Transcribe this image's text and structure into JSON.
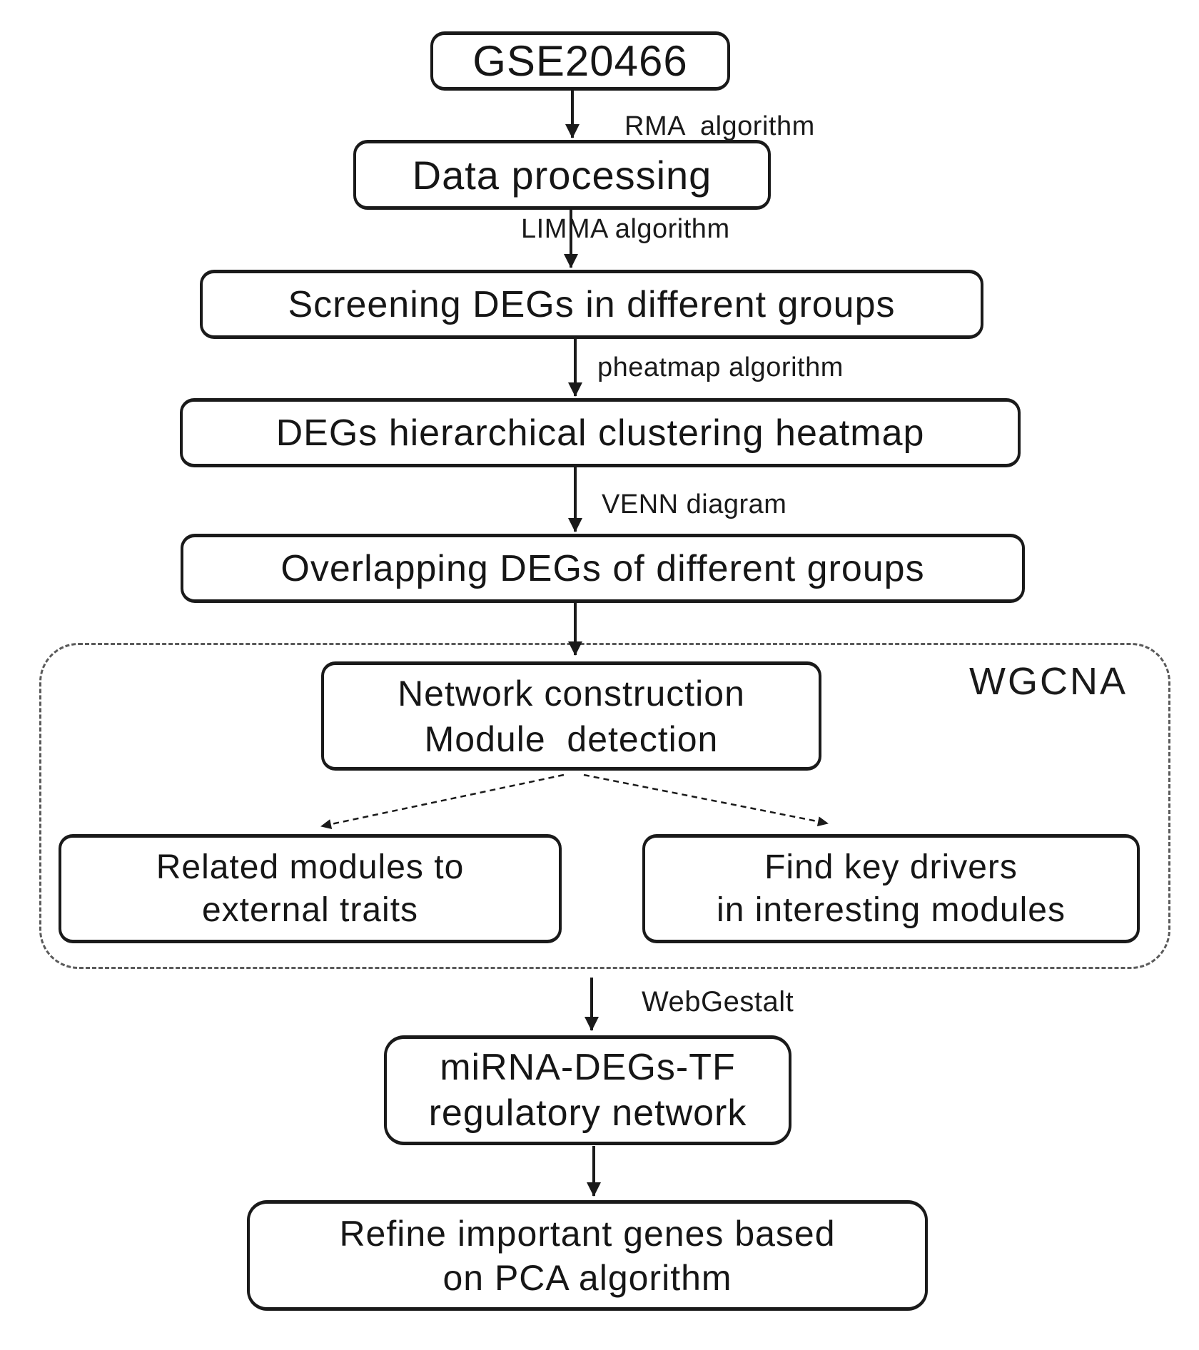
{
  "diagram": {
    "nodes": {
      "gse": {
        "label": "GSE20466"
      },
      "processing": {
        "label": "Data processing"
      },
      "screening": {
        "label": "Screening DEGs in different groups"
      },
      "heatmap": {
        "label": "DEGs hierarchical clustering heatmap"
      },
      "overlap": {
        "label": "Overlapping DEGs of different groups"
      },
      "network": {
        "line1": "Network construction",
        "line2": "Module  detection"
      },
      "related": {
        "line1": "Related modules to",
        "line2": "external traits"
      },
      "drivers": {
        "line1": "Find key drivers",
        "line2": "in interesting modules"
      },
      "mirna": {
        "line1": "miRNA-DEGs-TF",
        "line2": "regulatory network"
      },
      "refine": {
        "line1": "Refine important genes based",
        "line2": "on PCA algorithm"
      }
    },
    "edge_labels": {
      "rma": "RMA  algorithm",
      "limma": "LIMMA algorithm",
      "pheatmap": "pheatmap algorithm",
      "venn": "VENN diagram",
      "webgestalt": "WebGestalt"
    },
    "container": {
      "label": "WGCNA"
    },
    "edges": [
      {
        "from": "GSE20466",
        "to": "Data processing",
        "label": "RMA  algorithm",
        "style": "solid"
      },
      {
        "from": "Data processing",
        "to": "Screening DEGs in different groups",
        "label": "LIMMA algorithm",
        "style": "solid"
      },
      {
        "from": "Screening DEGs in different groups",
        "to": "DEGs hierarchical clustering heatmap",
        "label": "pheatmap algorithm",
        "style": "solid"
      },
      {
        "from": "DEGs hierarchical clustering heatmap",
        "to": "Overlapping DEGs of different groups",
        "label": "VENN diagram",
        "style": "solid"
      },
      {
        "from": "Overlapping DEGs of different groups",
        "to": "Network construction / Module detection",
        "label": "",
        "style": "solid"
      },
      {
        "from": "Network construction / Module detection",
        "to": "Related modules to external traits",
        "label": "",
        "style": "dashed"
      },
      {
        "from": "Network construction / Module detection",
        "to": "Find key drivers in interesting modules",
        "label": "",
        "style": "dashed"
      },
      {
        "from": "WGCNA",
        "to": "miRNA-DEGs-TF regulatory network",
        "label": "WebGestalt",
        "style": "solid"
      },
      {
        "from": "miRNA-DEGs-TF regulatory network",
        "to": "Refine important genes based on PCA algorithm",
        "label": "",
        "style": "solid"
      }
    ],
    "colors": {
      "ink": "#1a1a1a",
      "background": "#ffffff",
      "dashed_border": "#5a5a5a"
    }
  }
}
